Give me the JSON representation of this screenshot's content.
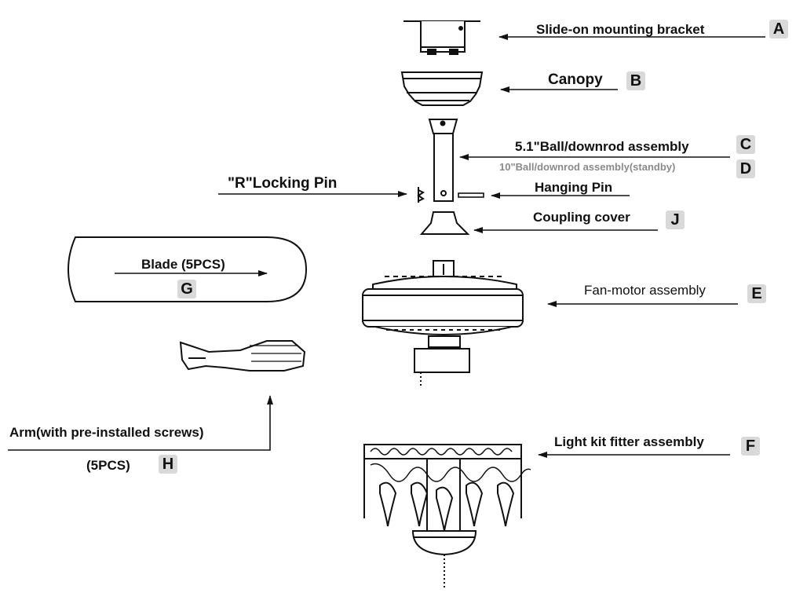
{
  "parts": {
    "a": {
      "label": "Slide-on mounting bracket",
      "letter": "A"
    },
    "b": {
      "label": "Canopy",
      "letter": "B"
    },
    "c": {
      "label": "5.1\"Ball/downrod assembly",
      "letter": "C"
    },
    "d": {
      "label": "10\"Ball/downrod assembly(standby)",
      "letter": "D"
    },
    "e": {
      "label": "Fan-motor assembly",
      "letter": "E"
    },
    "f": {
      "label": "Light kit fitter assembly",
      "letter": "F"
    },
    "g": {
      "label": "Blade (5PCS)",
      "letter": "G"
    },
    "h": {
      "label": "Arm(with pre-installed screws)",
      "qty": "(5PCS)",
      "letter": "H"
    },
    "j": {
      "label": "Coupling cover",
      "letter": "J"
    },
    "hanging_pin": {
      "label": "Hanging Pin"
    },
    "locking_pin": {
      "label": "\"R\"Locking Pin"
    }
  },
  "colors": {
    "badge_bg": "#d9d9d9",
    "line": "#111111",
    "standby_text": "#8a8a8a"
  }
}
